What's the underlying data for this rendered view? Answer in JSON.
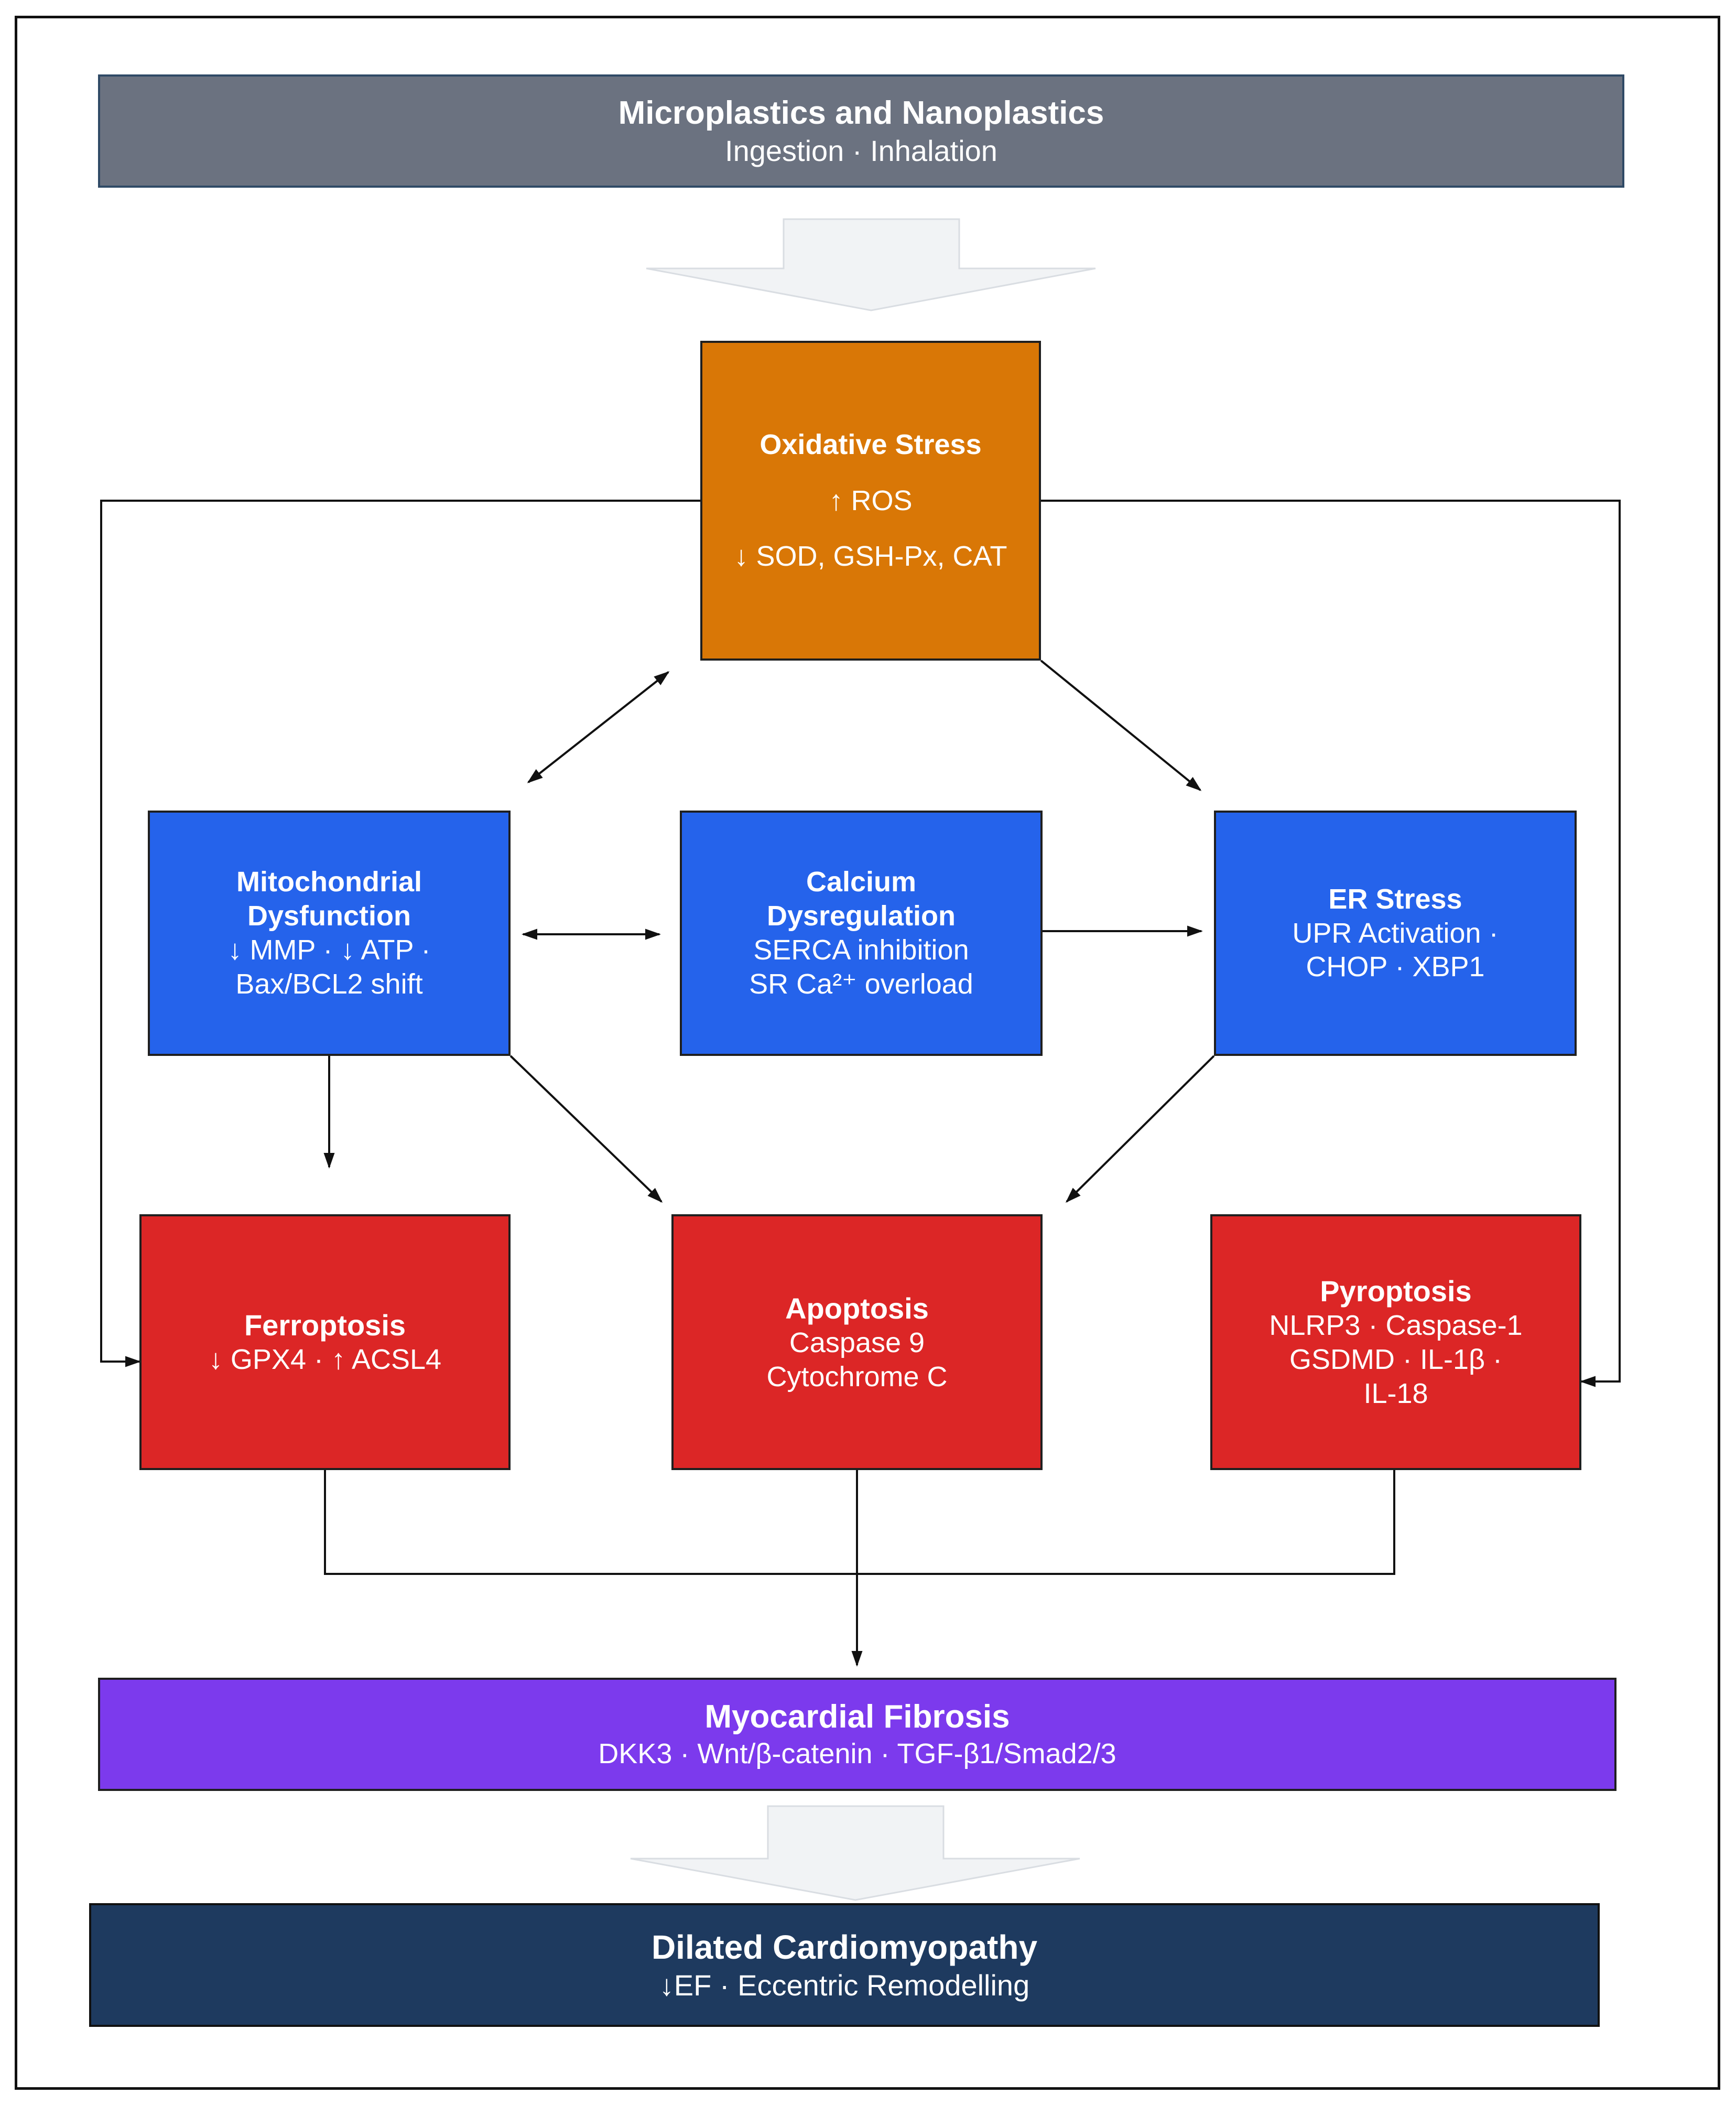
{
  "diagram": {
    "source": {
      "title": "Microplastics and Nanoplastics",
      "lines": [
        "Ingestion ·  Inhalation"
      ]
    },
    "oxidative_stress": {
      "title": "Oxidative Stress",
      "lines": [
        "↑ ROS",
        "↓ SOD, GSH-Px, CAT"
      ]
    },
    "mitochondrial_dysfunction": {
      "title_lines": [
        "Mitochondrial",
        "Dysfunction"
      ],
      "lines": [
        "↓ MMP · ↓ ATP ·",
        "Bax/BCL2 shift"
      ]
    },
    "calcium_dysregulation": {
      "title_lines": [
        "Calcium",
        "Dysregulation"
      ],
      "lines": [
        "SERCA inhibition",
        "SR Ca²⁺ overload"
      ]
    },
    "er_stress": {
      "title": "ER Stress",
      "lines": [
        "UPR Activation ·",
        "CHOP · XBP1"
      ]
    },
    "ferroptosis": {
      "title": "Ferroptosis",
      "lines": [
        "↓ GPX4 · ↑ ACSL4"
      ]
    },
    "apoptosis": {
      "title": "Apoptosis",
      "lines": [
        "Caspase 9",
        "Cytochrome C"
      ]
    },
    "pyroptosis": {
      "title": "Pyroptosis",
      "lines": [
        "NLRP3 · Caspase-1",
        "GSDMD · IL-1β ·",
        "IL-18"
      ]
    },
    "myocardial_fibrosis": {
      "title": "Myocardial Fibrosis",
      "lines": [
        "DKK3 · Wnt/β-catenin ·  TGF-β1/Smad2/3"
      ]
    },
    "dilated_cardiomyopathy": {
      "title": "Dilated Cardiomyopathy",
      "lines": [
        "↓EF ·  Eccentric Remodelling"
      ]
    }
  },
  "colors": {
    "source": "#6b7280",
    "oxidative": "#d97706",
    "mechanism": "#2563eb",
    "cell_death": "#dc2626",
    "fibrosis": "#7c3aed",
    "outcome": "#1e3a5f",
    "connector": "#111111",
    "flow_arrow": "#f1f3f5"
  }
}
